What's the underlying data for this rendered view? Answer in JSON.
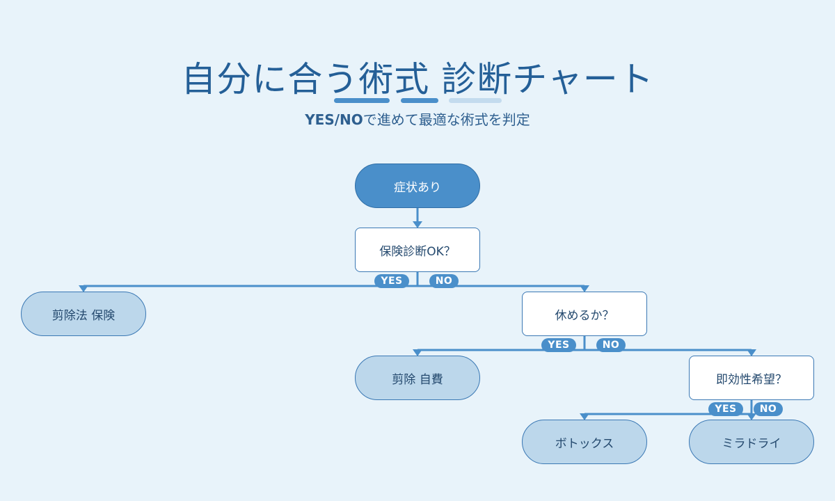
{
  "header": {
    "title": "自分に合う術式 診断チャート",
    "subtitle_en": "YES/NO",
    "subtitle_ja": "で進めて最適な術式を判定"
  },
  "nodes": {
    "start": "症状あり",
    "q1": "保険診断OK？",
    "q2": "休めるか？",
    "q3": "即効性希望？",
    "r1": "剪除法 保険",
    "r2": "剪除 自費",
    "r3": "ボトックス",
    "r4": "ミラドライ"
  },
  "labels": {
    "yes": "YES",
    "no": "NO"
  },
  "colors": {
    "background": "#e8f3fa",
    "accent": "#4a8fca",
    "result_fill": "#bcd7eb",
    "title": "#245f97"
  }
}
